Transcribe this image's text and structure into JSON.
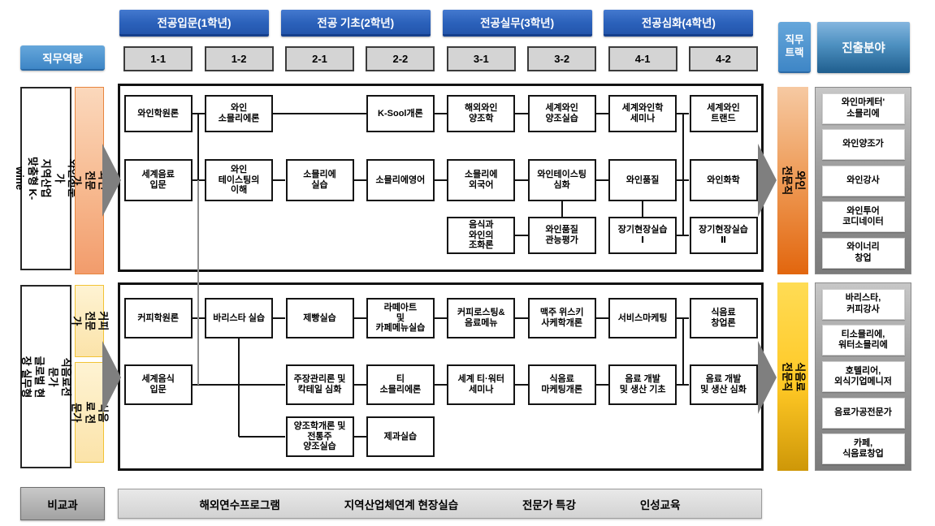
{
  "header": {
    "competency": "직무역량",
    "year_blocks": [
      "전공입문(1학년)",
      "전공 기초(2학년)",
      "전공실무(3학년)",
      "전공심화(4학년)"
    ],
    "semesters": [
      "1-1",
      "1-2",
      "2-1",
      "2-2",
      "3-1",
      "3-2",
      "4-1",
      "4-2"
    ],
    "track": "직무\n트랙",
    "field": "진출분야"
  },
  "colors": {
    "header_blue": "#2B61BA",
    "light_blue": "#4E95CE",
    "wine_orange": "#E2660E",
    "gold": "#D8A312",
    "arrow_gray": "#7F7F7F"
  },
  "tracks": [
    {
      "id": "wine",
      "side_label": "와인전문가\n지역산업 맞춤형 K-wine",
      "expert_bars": [
        {
          "label": "와인 전문가"
        }
      ],
      "job_label": "와인 전문직",
      "careers": [
        "와인마케터'\n소믈리에",
        "와인양조가",
        "와인강사",
        "와인투어\n코디네이터",
        "와이너리\n창업"
      ],
      "courses": [
        {
          "col": 1,
          "row": 1,
          "name": "와인학원론"
        },
        {
          "col": 2,
          "row": 1,
          "name": "와인\n소믈리에론"
        },
        {
          "col": 4,
          "row": 1,
          "name": "K-Sool개론"
        },
        {
          "col": 5,
          "row": 1,
          "name": "해외와인\n양조학"
        },
        {
          "col": 6,
          "row": 1,
          "name": "세계와인\n양조실습"
        },
        {
          "col": 7,
          "row": 1,
          "name": "세계와인학\n세미나"
        },
        {
          "col": 8,
          "row": 1,
          "name": "세계와인\n트랜드"
        },
        {
          "col": 1,
          "row": 2,
          "name": "세계음료\n입문"
        },
        {
          "col": 2,
          "row": 2,
          "name": "와인\n테이스팅의\n이해"
        },
        {
          "col": 3,
          "row": 2,
          "name": "소믈리에\n실습"
        },
        {
          "col": 4,
          "row": 2,
          "name": "소믈리에영어"
        },
        {
          "col": 5,
          "row": 2,
          "name": "소믈리에\n외국어"
        },
        {
          "col": 6,
          "row": 2,
          "name": "와인테이스팅\n심화"
        },
        {
          "col": 7,
          "row": 2,
          "name": "와인품질"
        },
        {
          "col": 8,
          "row": 2,
          "name": "와인화학"
        },
        {
          "col": 5,
          "row": 3,
          "name": "음식과\n와인의\n조화론"
        },
        {
          "col": 6,
          "row": 3,
          "name": "와인품질\n관능평가"
        },
        {
          "col": 7,
          "row": 3,
          "name": "장기현장실습\nⅠ"
        },
        {
          "col": 8,
          "row": 3,
          "name": "장기현장실습\nⅡ"
        }
      ],
      "links_h": [
        [
          1,
          1,
          2
        ],
        [
          1,
          2,
          4
        ],
        [
          1,
          4,
          5
        ],
        [
          1,
          5,
          6
        ],
        [
          1,
          6,
          7
        ],
        [
          1,
          7,
          8
        ],
        [
          2,
          1,
          2
        ],
        [
          2,
          2,
          3
        ],
        [
          2,
          3,
          4
        ],
        [
          2,
          4,
          5
        ],
        [
          2,
          5,
          6
        ],
        [
          2,
          6,
          7
        ],
        [
          2,
          7,
          8
        ],
        [
          3,
          5,
          6
        ],
        [
          3,
          7,
          8
        ]
      ],
      "links_v": [
        {
          "kind": "mid",
          "cols": [
            1,
            2
          ],
          "rows": [
            1,
            2
          ]
        },
        {
          "kind": "edge",
          "col": 6,
          "rows": [
            2,
            3
          ]
        },
        {
          "kind": "edge",
          "col": 7,
          "rows": [
            2,
            3
          ]
        },
        {
          "kind": "mid",
          "cols": [
            7,
            8
          ],
          "rows": [
            1,
            3
          ]
        }
      ]
    },
    {
      "id": "food",
      "side_label": "식음료전문가\n글로벌 현장 실무형",
      "expert_bars": [
        {
          "label": "커피전문가"
        },
        {
          "label": "식음료 전문가"
        }
      ],
      "job_label": "식음료 전문직",
      "careers": [
        "바리스타,\n커피강사",
        "티소믈리에,\n워터소믈리에",
        "호텔리어,\n외식기업메니저",
        "음료가공전문가",
        "카페,\n식음료창업"
      ],
      "courses": [
        {
          "col": 1,
          "row": 1,
          "name": "커피학원론"
        },
        {
          "col": 2,
          "row": 1,
          "name": "바리스타 실습"
        },
        {
          "col": 3,
          "row": 1,
          "name": "제빵실습"
        },
        {
          "col": 4,
          "row": 1,
          "name": "라떼아트\n및\n카페메뉴실습"
        },
        {
          "col": 5,
          "row": 1,
          "name": "커피로스팅&\n음료메뉴"
        },
        {
          "col": 6,
          "row": 1,
          "name": "맥주 위스키\n사케학개론"
        },
        {
          "col": 7,
          "row": 1,
          "name": "서비스마케팅"
        },
        {
          "col": 8,
          "row": 1,
          "name": "식음료\n창업론"
        },
        {
          "col": 1,
          "row": 2,
          "name": "세계음식\n입문"
        },
        {
          "col": 3,
          "row": 2,
          "name": "주장관리론 및\n칵테일 심화"
        },
        {
          "col": 4,
          "row": 2,
          "name": "티\n소믈리에론"
        },
        {
          "col": 5,
          "row": 2,
          "name": "세계 티·워터\n세미나"
        },
        {
          "col": 6,
          "row": 2,
          "name": "식음료\n마케팅개론"
        },
        {
          "col": 7,
          "row": 2,
          "name": "음료 개발\n및 생산 기초"
        },
        {
          "col": 8,
          "row": 2,
          "name": "음료 개발\n및 생산 심화"
        },
        {
          "col": 3,
          "row": 3,
          "name": "양조학개론 및\n전통주\n양조실습"
        },
        {
          "col": 4,
          "row": 3,
          "name": "제과실습"
        }
      ],
      "links_h": [
        [
          1,
          1,
          2
        ],
        [
          1,
          2,
          3
        ],
        [
          1,
          3,
          4
        ],
        [
          1,
          4,
          5
        ],
        [
          1,
          5,
          6
        ],
        [
          1,
          6,
          7
        ],
        [
          1,
          7,
          8
        ],
        [
          2,
          1,
          3
        ],
        [
          2,
          3,
          4
        ],
        [
          2,
          4,
          5
        ],
        [
          2,
          5,
          6
        ],
        [
          2,
          6,
          7
        ],
        [
          2,
          7,
          8
        ],
        [
          3,
          3,
          4
        ]
      ],
      "links_v": [
        {
          "kind": "mid",
          "cols": [
            7,
            8
          ],
          "rows": [
            1,
            2
          ]
        },
        {
          "kind": "elbow",
          "col": 2,
          "rows": [
            1,
            3
          ],
          "to_col": 3
        }
      ]
    }
  ],
  "cross_link": {
    "cols": [
      1,
      2
    ],
    "from_track": "wine",
    "from_row": 2,
    "to_track": "food",
    "to_row": 2
  },
  "extracurricular": {
    "label": "비교과",
    "items": [
      "해외연수프로그램",
      "지역산업체연계 현장실습",
      "전문가 특강",
      "인성교육"
    ]
  }
}
